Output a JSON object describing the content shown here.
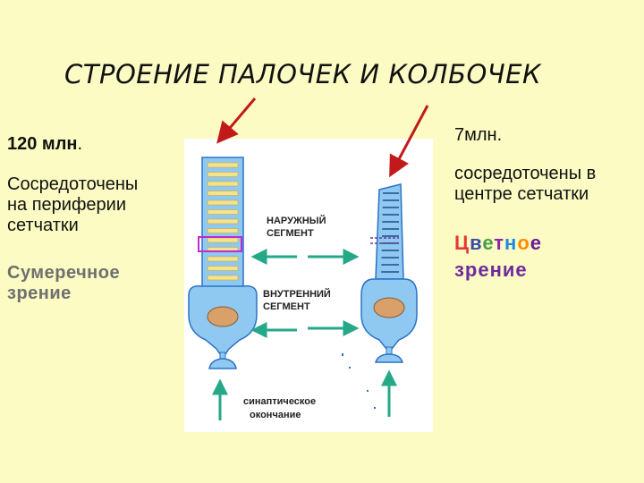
{
  "title": "СТРОЕНИЕ ПАЛОЧЕК И КОЛБОЧЕК",
  "left": {
    "count_main": "120 млн",
    "count_dot": ".",
    "location_lines": [
      "Сосредоточены",
      "на  периферии",
      "сетчатки"
    ],
    "vision_lines": [
      "Сумеречное",
      "зрение"
    ]
  },
  "right": {
    "count": "7млн.",
    "location_lines": [
      "сосредоточены в",
      "центре сетчатки"
    ],
    "vision_word1_letters": [
      "Ц",
      "в",
      "е",
      "т",
      "н",
      "о",
      "е"
    ],
    "vision_word2": "зрение"
  },
  "colors": {
    "background": "#fbfbc3",
    "rod_cone_body": "#8fc8f0",
    "outline": "#2a73c7",
    "disk": "#f3e38c",
    "nucleus": "#d9a06a",
    "arrow_red": "#c21a1a",
    "arrow_green": "#25a888",
    "highlight": "#c02ad0",
    "color_letters": [
      "#e53935",
      "#3949ab",
      "#43a047",
      "#8e24aa",
      "#1e88e5",
      "#fb8c00",
      "#6a1b9a"
    ]
  },
  "diagram": {
    "outer_segment": [
      "НАРУЖНЫЙ",
      "СЕГМЕНТ"
    ],
    "inner_segment": [
      "ВНУТРЕННИЙ",
      "СЕГМЕНТ"
    ],
    "synaptic": [
      "синаптическое",
      "окончание"
    ]
  }
}
